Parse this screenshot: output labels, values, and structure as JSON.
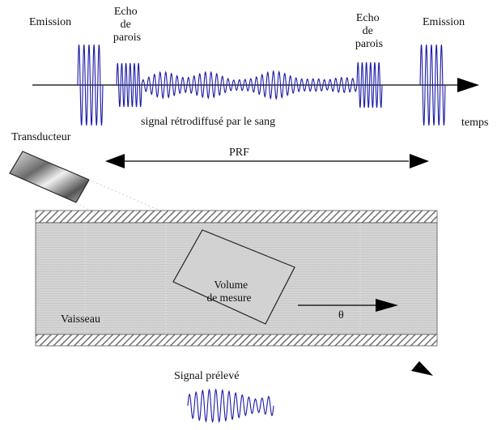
{
  "labels": {
    "emission_left": "Emission",
    "echo_left": [
      "Echo",
      "de",
      "parois"
    ],
    "echo_right": [
      "Echo",
      "de",
      "parois"
    ],
    "emission_right": "Emission",
    "time_axis": "temps",
    "backscatter": "signal rétrodiffusé par le sang",
    "transducer": "Transducteur",
    "prf": "PRF",
    "sample_volume": [
      "Volume",
      "de mesure"
    ],
    "vessel": "Vaisseau",
    "angle_symbol": "θ",
    "sampled_signal": "Signal prélevé"
  },
  "colors": {
    "signal": "#1a1aa8",
    "axis": "#000000",
    "vessel_fill": "#c8c8c8",
    "wall_hatch": "#6e6e6e"
  }
}
